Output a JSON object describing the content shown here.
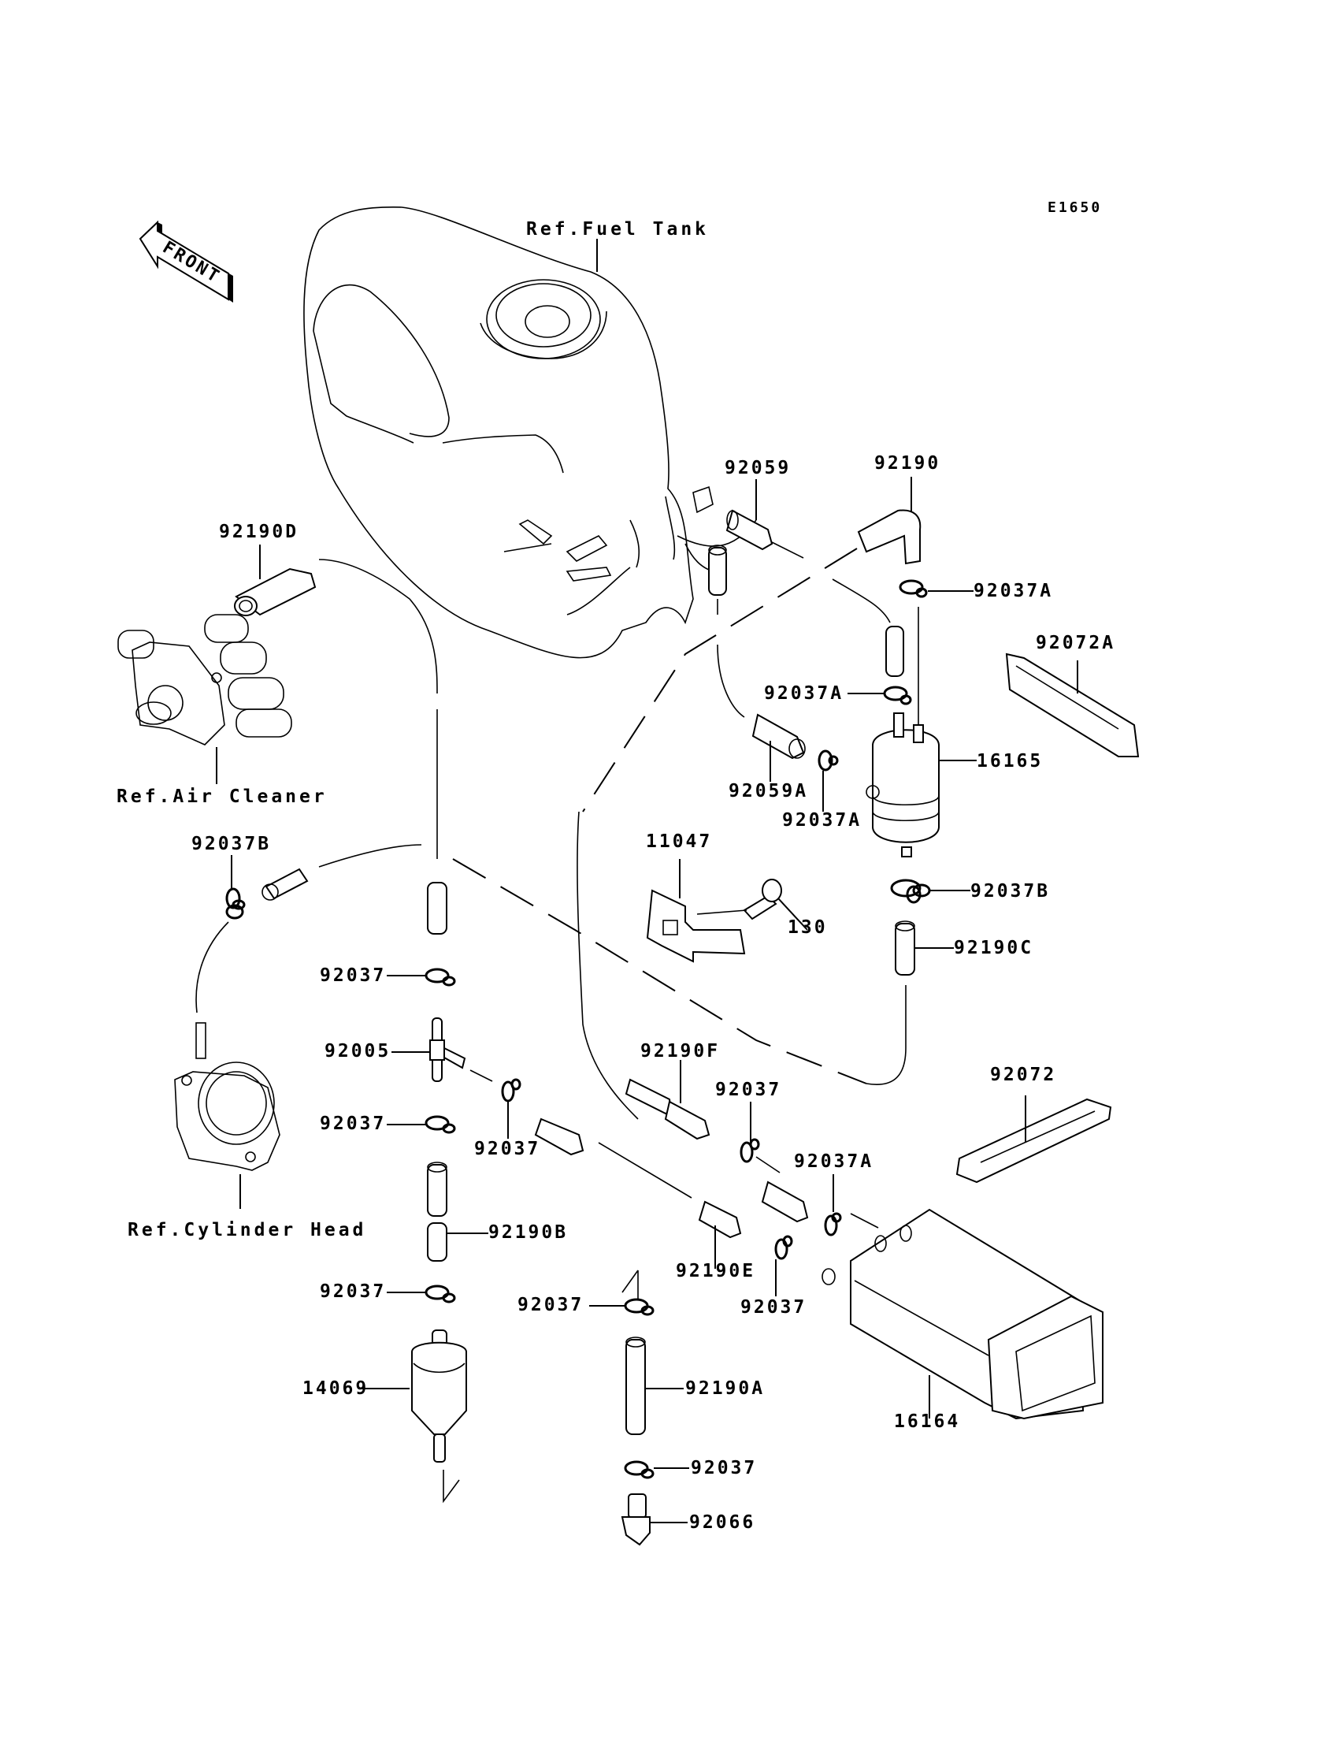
{
  "diagram": {
    "code": "E1650",
    "front_arrow_label": "FRONT",
    "references": {
      "fuel_tank": "Ref.Fuel Tank",
      "air_cleaner": "Ref.Air Cleaner",
      "cylinder_head": "Ref.Cylinder Head"
    },
    "part_labels": {
      "p92059": "92059",
      "p92190": "92190",
      "p92190D": "92190D",
      "p92037A_top": "92037A",
      "p92072A": "92072A",
      "p92037A_mid": "92037A",
      "p16165": "16165",
      "p92059A": "92059A",
      "p92037A_low": "92037A",
      "p11047": "11047",
      "p92037B_left": "92037B",
      "p92037B_right": "92037B",
      "p130": "130",
      "p92190C": "92190C",
      "p92037_a": "92037",
      "p92005": "92005",
      "p92037_b": "92037",
      "p92037_c": "92037",
      "p92190F": "92190F",
      "p92037_d": "92037",
      "p92072": "92072",
      "p92037A_can": "92037A",
      "p92190B": "92190B",
      "p92190E": "92190E",
      "p92037_e": "92037",
      "p92037_f": "92037",
      "p92037_g": "92037",
      "p14069": "14069",
      "p92190A": "92190A",
      "p92037_h": "92037",
      "p16164": "16164",
      "p92066": "92066"
    }
  }
}
